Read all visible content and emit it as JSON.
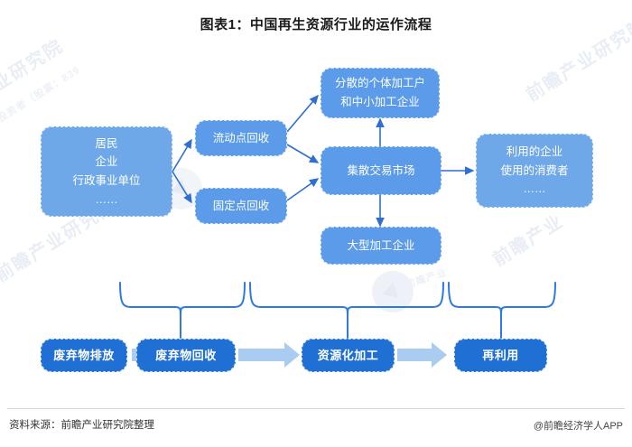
{
  "title": "图表1：中国再生资源行业的运作流程",
  "footer": {
    "source": "资料来源：前瞻产业研究院整理",
    "app": "@前瞻经济学人APP"
  },
  "colors": {
    "node_light": "#6fa8e8",
    "node_mid": "#5b9bea",
    "node_dark": "#1f6fd4",
    "arrow_thin": "#2f6fd0",
    "arrow_block": "#aaccf0",
    "brace": "#2f7ae0",
    "title_text": "#1a1a1a"
  },
  "nodes": {
    "sources": {
      "lines": [
        "居民",
        "企业",
        "行政事业单位",
        "……"
      ]
    },
    "mobile_recycling": {
      "label": "流动点回收"
    },
    "fixed_recycling": {
      "label": "固定点回收"
    },
    "small_processors": {
      "lines": [
        "分散的个体加工户",
        "和中小加工企业"
      ]
    },
    "trading_market": {
      "label": "集散交易市场"
    },
    "large_processors": {
      "label": "大型加工企业"
    },
    "end_users": {
      "lines": [
        "利用的企业",
        "使用的消费者",
        "……"
      ]
    }
  },
  "stages": [
    {
      "label": "废弃物排放"
    },
    {
      "label": "废弃物回收"
    },
    {
      "label": "资源化加工"
    },
    {
      "label": "再利用"
    }
  ],
  "watermarks": {
    "left_top": "业研究院",
    "left_bottom": "前瞻产业研究院",
    "right_top": "前瞻产业研究院",
    "center": "前瞻产业",
    "investor": "投资者（股票：839"
  }
}
